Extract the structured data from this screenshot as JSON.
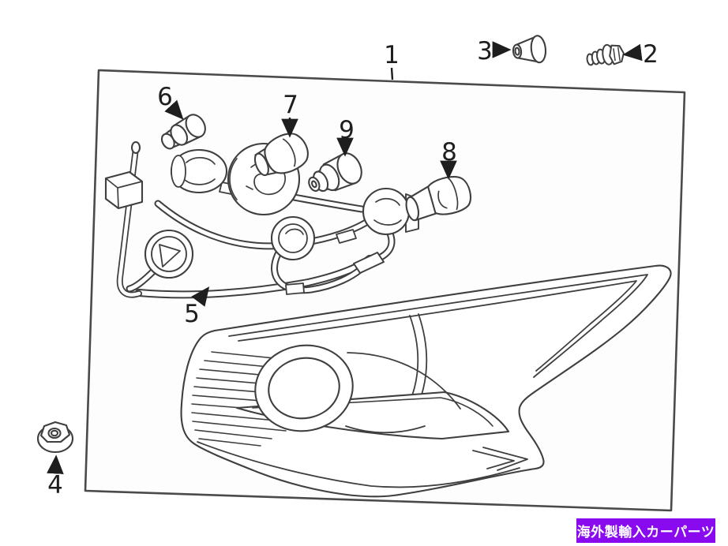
{
  "diagram": {
    "description": "Exploded parts diagram of a tail lamp assembly with wiring harness, bulbs and fasteners",
    "line_color": "#3f3f3f",
    "box_border_color": "#4a4a4a",
    "callouts": {
      "c1": {
        "label": "1"
      },
      "c2": {
        "label": "2"
      },
      "c3": {
        "label": "3"
      },
      "c4": {
        "label": "4"
      },
      "c5": {
        "label": "5"
      },
      "c6": {
        "label": "6"
      },
      "c7": {
        "label": "7"
      },
      "c8": {
        "label": "8"
      },
      "c9": {
        "label": "9"
      }
    }
  },
  "banner": {
    "text": "海外製輸入カーパーツ",
    "bg_color": "#8a0af0",
    "text_color": "#ffffff"
  }
}
